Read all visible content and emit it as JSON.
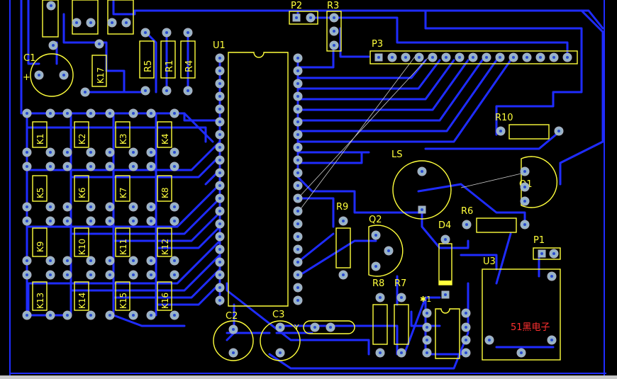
{
  "labels": {
    "C1": "C1",
    "C2": "C2",
    "C3": "C3",
    "U1": "U1",
    "U3": "U3",
    "P1": "P1",
    "P2": "P2",
    "P3": "P3",
    "R1": "R1",
    "R3": "R3",
    "R4": "R4",
    "R5": "R5",
    "R6": "R6",
    "R7": "R7",
    "R8": "R8",
    "R9": "R9",
    "R10": "R10",
    "LS": "LS",
    "Q1": "Q1",
    "Q2": "Q2",
    "D4": "D4",
    "K17": "K17",
    "Y": "Y",
    "plus": "+",
    "pin1": "✱1"
  },
  "keys": [
    "K1",
    "K2",
    "K3",
    "K4",
    "K5",
    "K6",
    "K7",
    "K8",
    "K9",
    "K10",
    "K11",
    "K12",
    "K13",
    "K14",
    "K15",
    "K16"
  ],
  "brand": "51黑电子",
  "colors": {
    "background": "#000000",
    "track": "#1f2cff",
    "silkscreen": "#ffff3c",
    "pad": "#96b4c8",
    "brand": "#ff3030"
  }
}
